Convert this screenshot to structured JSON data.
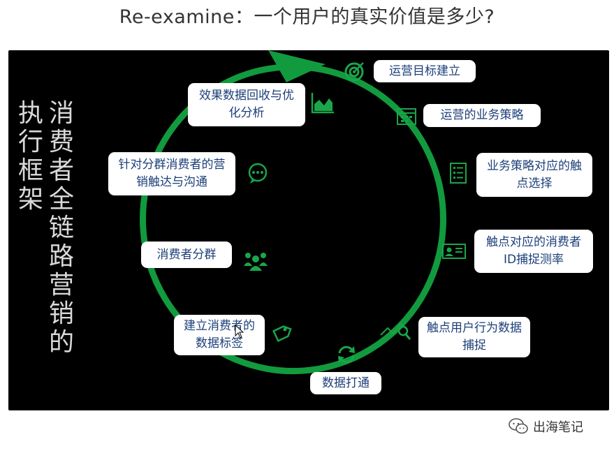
{
  "header": {
    "title": "Re-examine：一个用户的真实价值是多少?"
  },
  "side_title": {
    "col1": "执行框架",
    "col2": "消费者全链路营销的"
  },
  "steps": [
    {
      "label": "运营目标建立",
      "icon": "target-icon"
    },
    {
      "label": "运营的业务策略",
      "icon": "calendar-icon"
    },
    {
      "label": "业务策略对应的触点选择",
      "icon": "checklist-icon"
    },
    {
      "label": "触点对应的消费者ID捕捉测率",
      "icon": "id-card-icon"
    },
    {
      "label": "触点用户行为数据捕捉",
      "icon": "analytics-icon"
    },
    {
      "label": "数据打通",
      "icon": "sync-icon"
    },
    {
      "label": "建立消费者的数据标签",
      "icon": "tag-icon"
    },
    {
      "label": "消费者分群",
      "icon": "group-icon"
    },
    {
      "label": "针对分群消费者的营销触达与沟通",
      "icon": "chat-icon"
    },
    {
      "label": "效果数据回收与优化分析",
      "icon": "chart-icon"
    }
  ],
  "colors": {
    "ring": "#129a3e",
    "icon": "#1aa64a",
    "box_text": "#1c3f78",
    "panel": "#000000"
  },
  "watermark": {
    "text": "出海笔记",
    "icon": "wechat-icon"
  }
}
